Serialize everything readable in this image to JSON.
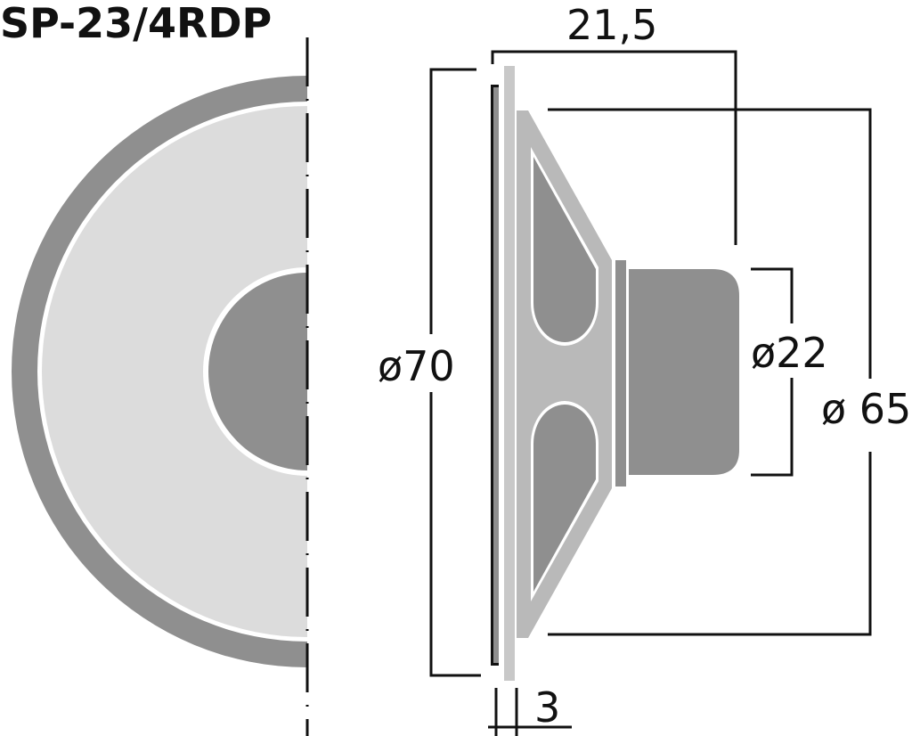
{
  "title": "SP-23/4RDP",
  "dimensions": {
    "depth": "21,5",
    "outer_diameter": "ø70",
    "magnet_diameter": "ø22",
    "mount_diameter": "ø 65",
    "flange_thickness": "3"
  },
  "colors": {
    "dark_gray": "#8f8f8f",
    "mid_gray": "#b9b9b9",
    "light_gray": "#dcdcdc",
    "frame_gray": "#c8c8c8",
    "line": "#111111"
  },
  "views": {
    "front_half_view": "front-half",
    "side_view": "side-section"
  }
}
